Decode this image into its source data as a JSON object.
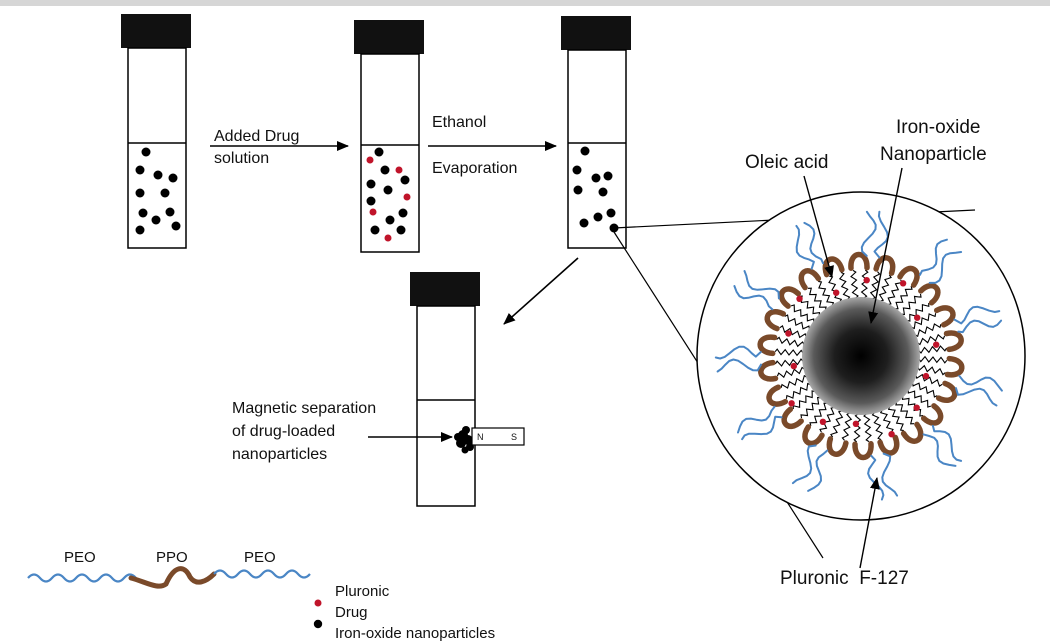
{
  "labels": {
    "added_drug_line1": "Added Drug",
    "added_drug_line2": "solution",
    "ethanol": "Ethanol",
    "evaporation": "Evaporation",
    "oleic_acid": "Oleic acid",
    "iron_oxide_line1": "Iron-oxide",
    "iron_oxide_line2": "Nanoparticle",
    "magnetic_line1": "Magnetic separation",
    "magnetic_line2": "of drug-loaded",
    "magnetic_line3": "nanoparticles",
    "magnet_n": "N",
    "magnet_s": "S",
    "pluronic_f127": "Pluronic  F-127"
  },
  "legend": {
    "peo_left": "PEO",
    "ppo": "PPO",
    "peo_right": "PEO",
    "pluronic": "Pluronic",
    "drug": "Drug",
    "iron_oxide": "Iron-oxide nanoparticles"
  },
  "colors": {
    "cap": "#111111",
    "iron_particle": "#000000",
    "drug_particle": "#c0142a",
    "peo_chain": "#4a86c5",
    "ppo_chain": "#7a4a2a",
    "core_dark": "#111111",
    "core_light": "#9a9a9a"
  }
}
